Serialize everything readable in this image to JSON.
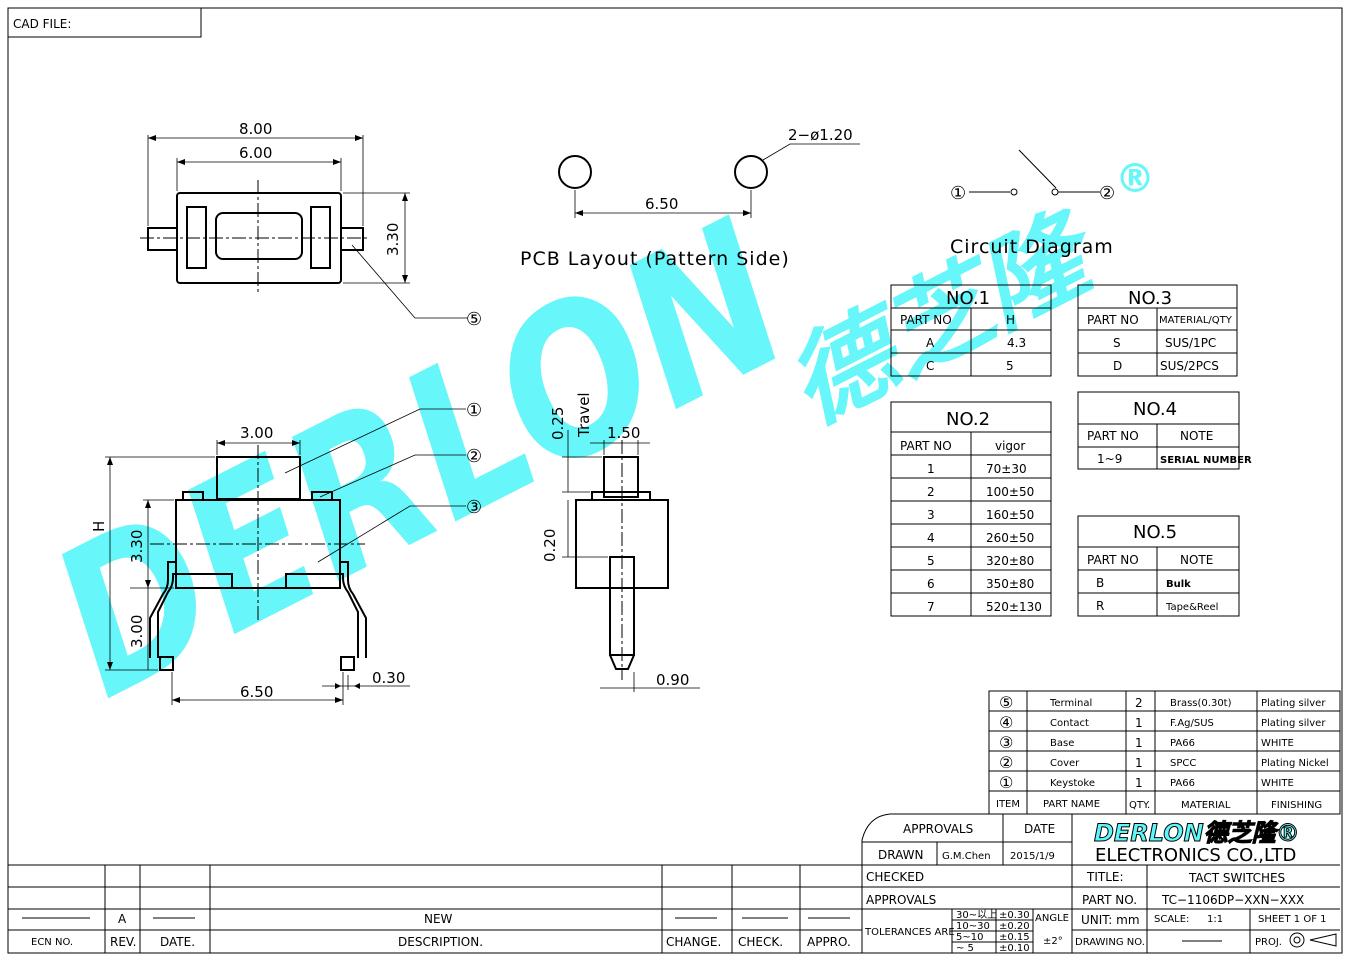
{
  "cad_file_label": "CAD FILE:",
  "top_view": {
    "dim_overall": "8.00",
    "dim_body": "6.00",
    "dim_height": "3.30",
    "callout": "⑤"
  },
  "pcb": {
    "hole_spec": "2−ø1.20",
    "spacing": "6.50",
    "title": "PCB Layout (Pattern Side)"
  },
  "circuit": {
    "pin1": "①",
    "pin2": "②",
    "title": "Circuit Diagram"
  },
  "front_view": {
    "dim_top": "3.00",
    "dim_h": "H",
    "dim_body": "3.30",
    "dim_leg": "3.00",
    "dim_pitch": "6.50",
    "dim_thick": "0.30",
    "callout1": "①",
    "callout2": "②",
    "callout3": "③"
  },
  "side_view": {
    "travel_label": "Travel",
    "dim_travel": "0.25",
    "dim_stem": "1.50",
    "dim_gap": "0.20",
    "dim_leg": "0.90"
  },
  "no1": {
    "title": "NO.1",
    "headers": [
      "PART NO",
      "H"
    ],
    "rows": [
      [
        "A",
        "4.3"
      ],
      [
        "C",
        "5"
      ]
    ]
  },
  "no2": {
    "title": "NO.2",
    "headers": [
      "PART NO",
      "vigor"
    ],
    "rows": [
      [
        "1",
        "70±30"
      ],
      [
        "2",
        "100±50"
      ],
      [
        "3",
        "160±50"
      ],
      [
        "4",
        "260±50"
      ],
      [
        "5",
        "320±80"
      ],
      [
        "6",
        "350±80"
      ],
      [
        "7",
        "520±130"
      ]
    ]
  },
  "no3": {
    "title": "NO.3",
    "headers": [
      "PART NO",
      "MATERIAL/QTY"
    ],
    "rows": [
      [
        "S",
        "SUS/1PC"
      ],
      [
        "D",
        "SUS/2PCS"
      ]
    ]
  },
  "no4": {
    "title": "NO.4",
    "headers": [
      "PART NO",
      "NOTE"
    ],
    "rows": [
      [
        "1~9",
        "SERIAL NUMBER"
      ]
    ]
  },
  "no5": {
    "title": "NO.5",
    "headers": [
      "PART NO",
      "NOTE"
    ],
    "rows": [
      [
        "B",
        "Bulk"
      ],
      [
        "R",
        "Tape&Reel"
      ]
    ]
  },
  "bom": {
    "rows": [
      [
        "⑤",
        "Terminal",
        "2",
        "Brass(0.30t)",
        "Plating silver"
      ],
      [
        "④",
        "Contact",
        "1",
        "F.Ag/SUS",
        "Plating silver"
      ],
      [
        "③",
        "Base",
        "1",
        "PA66",
        "WHITE"
      ],
      [
        "②",
        "Cover",
        "1",
        "SPCC",
        "Plating Nickel"
      ],
      [
        "①",
        "Keystoke",
        "1",
        "PA66",
        "WHITE"
      ]
    ],
    "headers": [
      "ITEM",
      "PART NAME",
      "QTY.",
      "MATERIAL",
      "FINISHING"
    ]
  },
  "watermark": {
    "latin": "DERLON",
    "cjk": "德芝隆",
    "reg": "®"
  },
  "title_block": {
    "approvals": "APPROVALS",
    "date": "DATE",
    "drawn": "DRAWN",
    "drawn_by": "G.M.Chen",
    "drawn_date": "2015/1/9",
    "checked": "CHECKED",
    "approvals2": "APPROVALS",
    "tolerances": "TOLERANCES ARE",
    "tol_ranges": [
      "30~以上",
      "10~30",
      "5~10",
      "~ 5"
    ],
    "tol_values": [
      "±0.30",
      "±0.20",
      "±0.15",
      "±0.10"
    ],
    "angle": "ANGLE",
    "angle_val": "±2°",
    "company_logo": "DERLON德芝隆®",
    "company": "ELECTRONICS CO.,LTD",
    "title_label": "TITLE:",
    "title": "TACT SWITCHES",
    "part_no_label": "PART NO.",
    "part_no": "TC−1106DP−XXN−XXX",
    "unit": "UNIT: mm",
    "scale": "SCALE:",
    "scale_val": "1:1",
    "sheet": "SHEET  1  OF  1",
    "drawing_no": "DRAWING NO.",
    "proj": "PROJ."
  },
  "revision": {
    "rev": "A",
    "desc": "NEW",
    "headers": [
      "ECN NO.",
      "REV.",
      "DATE.",
      "DESCRIPTION.",
      "CHANGE.",
      "CHECK.",
      "APPRO."
    ]
  }
}
